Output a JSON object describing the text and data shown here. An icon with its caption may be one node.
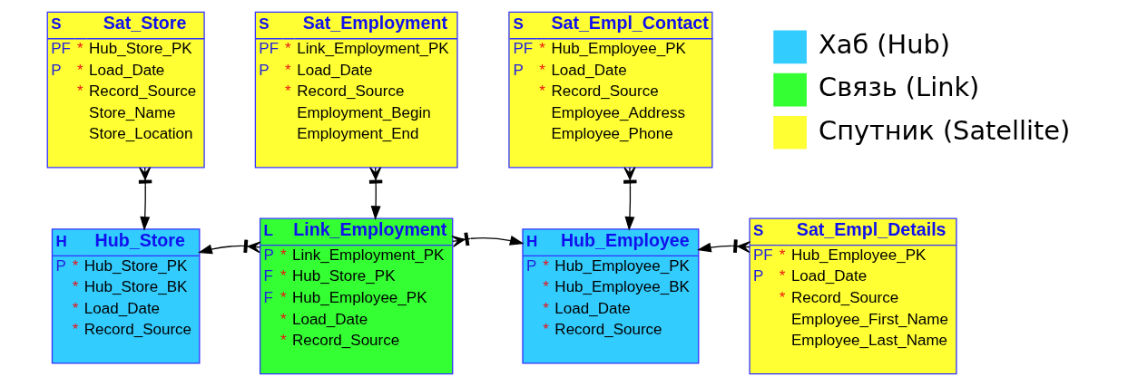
{
  "diagram": {
    "nodes": [
      {
        "text": [
          "S",
          "Sat_Store",
          "PF",
          "*",
          "Hub_Store_PK",
          "P",
          "*",
          "Load_Date",
          "*",
          "Record_Source",
          "Store_Name",
          "Store_Location"
        ]
      },
      {
        "text": [
          "S",
          "Sat_Employment",
          "PF",
          "*",
          "Link_Employment_PK",
          "P",
          "*",
          "Load_Date",
          "*",
          "Record_Source",
          "Employment_Begin",
          "Employment_End"
        ]
      },
      {
        "text": [
          "S",
          "Sat_Empl_Contact",
          "PF",
          "*",
          "Hub_Employee_PK",
          "P",
          "*",
          "Load_Date",
          "*",
          "Record_Source",
          "Employee_Address",
          "Employee_Phone"
        ]
      },
      {
        "text": [
          "H",
          "Hub_Store",
          "P",
          "*",
          "Hub_Store_PK",
          "*",
          "Hub_Store_BK",
          "*",
          "Load_Date",
          "*",
          "Record_Source"
        ]
      },
      {
        "text": [
          "L",
          "Link_Employment",
          "P",
          "*",
          "Link_Employment_PK",
          "F",
          "*",
          "Hub_Store_PK",
          "F",
          "*",
          "Hub_Employee_PK",
          "*",
          "Load_Date",
          "*",
          "Record_Source"
        ]
      },
      {
        "text": [
          "H",
          "Hub_Employee",
          "P",
          "*",
          "Hub_Employee_PK",
          "*",
          "Hub_Employee_BK",
          "*",
          "Load_Date",
          "*",
          "Record_Source"
        ]
      },
      {
        "text": [
          "S",
          "Sat_Empl_Details",
          "PF",
          "*",
          "Hub_Employee_PK",
          "P",
          "*",
          "Load_Date",
          "*",
          "Record_Source",
          "Employee_First_Name",
          "Employee_Last_Name"
        ]
      }
    ],
    "edges": [
      {
        "from": 0,
        "to": 3,
        "arrow": "to"
      },
      {
        "from": 1,
        "to": 4,
        "arrow": "to"
      },
      {
        "from": 2,
        "to": 5,
        "arrow": "to"
      },
      {
        "from": 4,
        "to": 3,
        "arrow": "to"
      },
      {
        "from": 4,
        "to": 5,
        "arrow": "to"
      },
      {
        "from": 6,
        "to": 5,
        "arrow": "to"
      }
    ],
    "legend": [
      {
        "text": "Хаб (Hub)",
        "color": "#33ccff"
      },
      {
        "text": "Связь (Link)",
        "color": "#33ff33"
      },
      {
        "text": "Спутник (Satellite)",
        "color": "#ffff33"
      }
    ]
  }
}
